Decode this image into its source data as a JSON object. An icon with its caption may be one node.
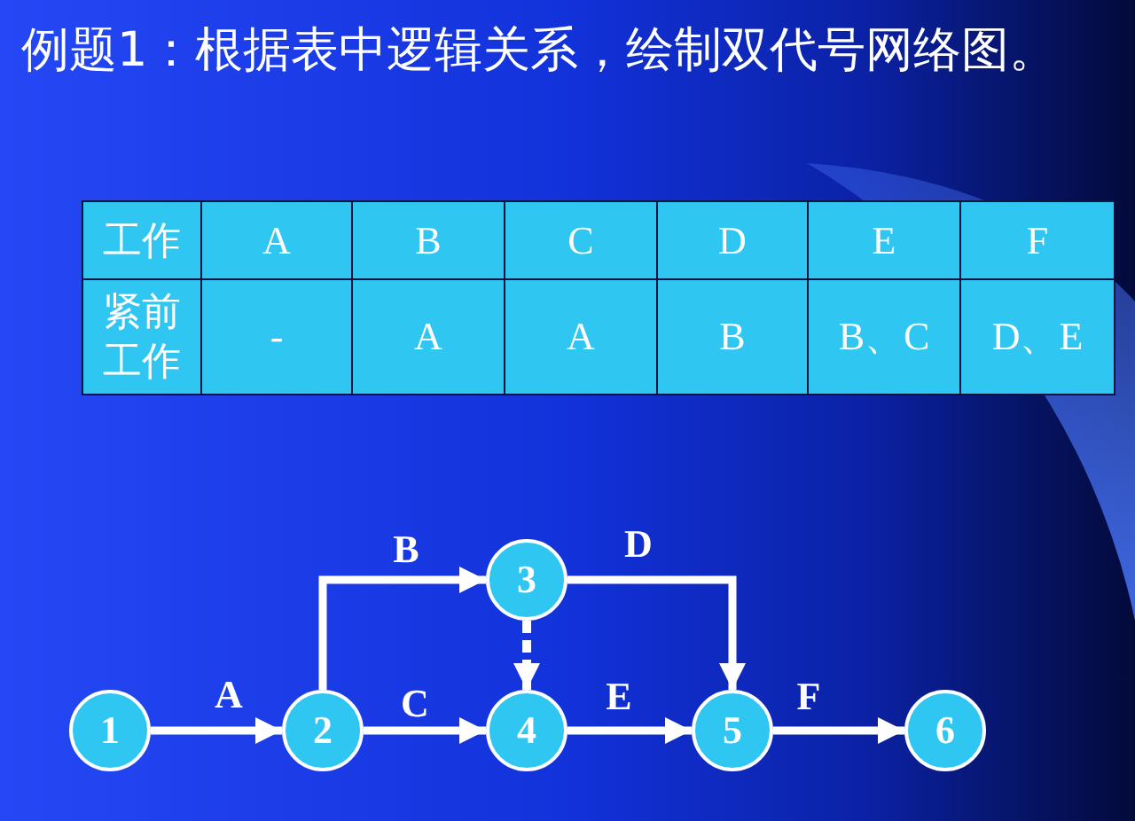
{
  "diagram": {
    "title": "例题1：根据表中逻辑关系，绘制双代号网络图。",
    "nodes": [
      {
        "text": [
          "1"
        ]
      },
      {
        "text": [
          "2"
        ]
      },
      {
        "text": [
          "3"
        ]
      },
      {
        "text": [
          "4"
        ]
      },
      {
        "text": [
          "5"
        ]
      },
      {
        "text": [
          "6"
        ]
      }
    ],
    "edges": [
      {
        "from": 0,
        "to": 1,
        "arrow": "to",
        "label": "A"
      },
      {
        "from": 1,
        "to": 2,
        "arrow": "to",
        "label": "B"
      },
      {
        "from": 1,
        "to": 3,
        "arrow": "to",
        "label": "C"
      },
      {
        "from": 2,
        "to": 3,
        "arrow": "to",
        "style": "dashed"
      },
      {
        "from": 2,
        "to": 4,
        "arrow": "to",
        "label": "D"
      },
      {
        "from": 3,
        "to": 4,
        "arrow": "to",
        "label": "E"
      },
      {
        "from": 4,
        "to": 5,
        "arrow": "to",
        "label": "F"
      }
    ],
    "labels": [
      "工作",
      "A",
      "B",
      "C",
      "D",
      "E",
      "F",
      "紧前工作",
      "-",
      "A",
      "A",
      "B",
      "B、C",
      "D、E"
    ]
  }
}
